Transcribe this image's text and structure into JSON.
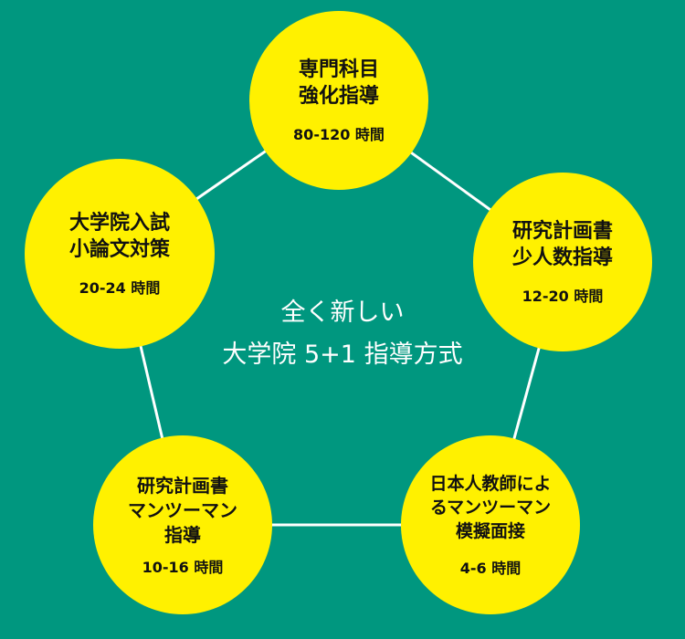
{
  "colors": {
    "background": "#00977f",
    "node": "#fff100",
    "line": "#ffffff"
  },
  "center": {
    "line1": "全く新しい",
    "line2": "大学院 5+1 指導方式"
  },
  "nodes": [
    {
      "title": "専門科目\n強化指導",
      "hours": "80-120 時間"
    },
    {
      "title": "研究計画書\n少人数指導",
      "hours": "12-20 時間"
    },
    {
      "title": "日本人教師によ\nるマンツーマン\n模擬面接",
      "hours": "4-6 時間"
    },
    {
      "title": "研究計画書\nマンツーマン\n指導",
      "hours": "10-16 時間"
    },
    {
      "title": "大学院入試\n小論文対策",
      "hours": "20-24 時間"
    }
  ]
}
